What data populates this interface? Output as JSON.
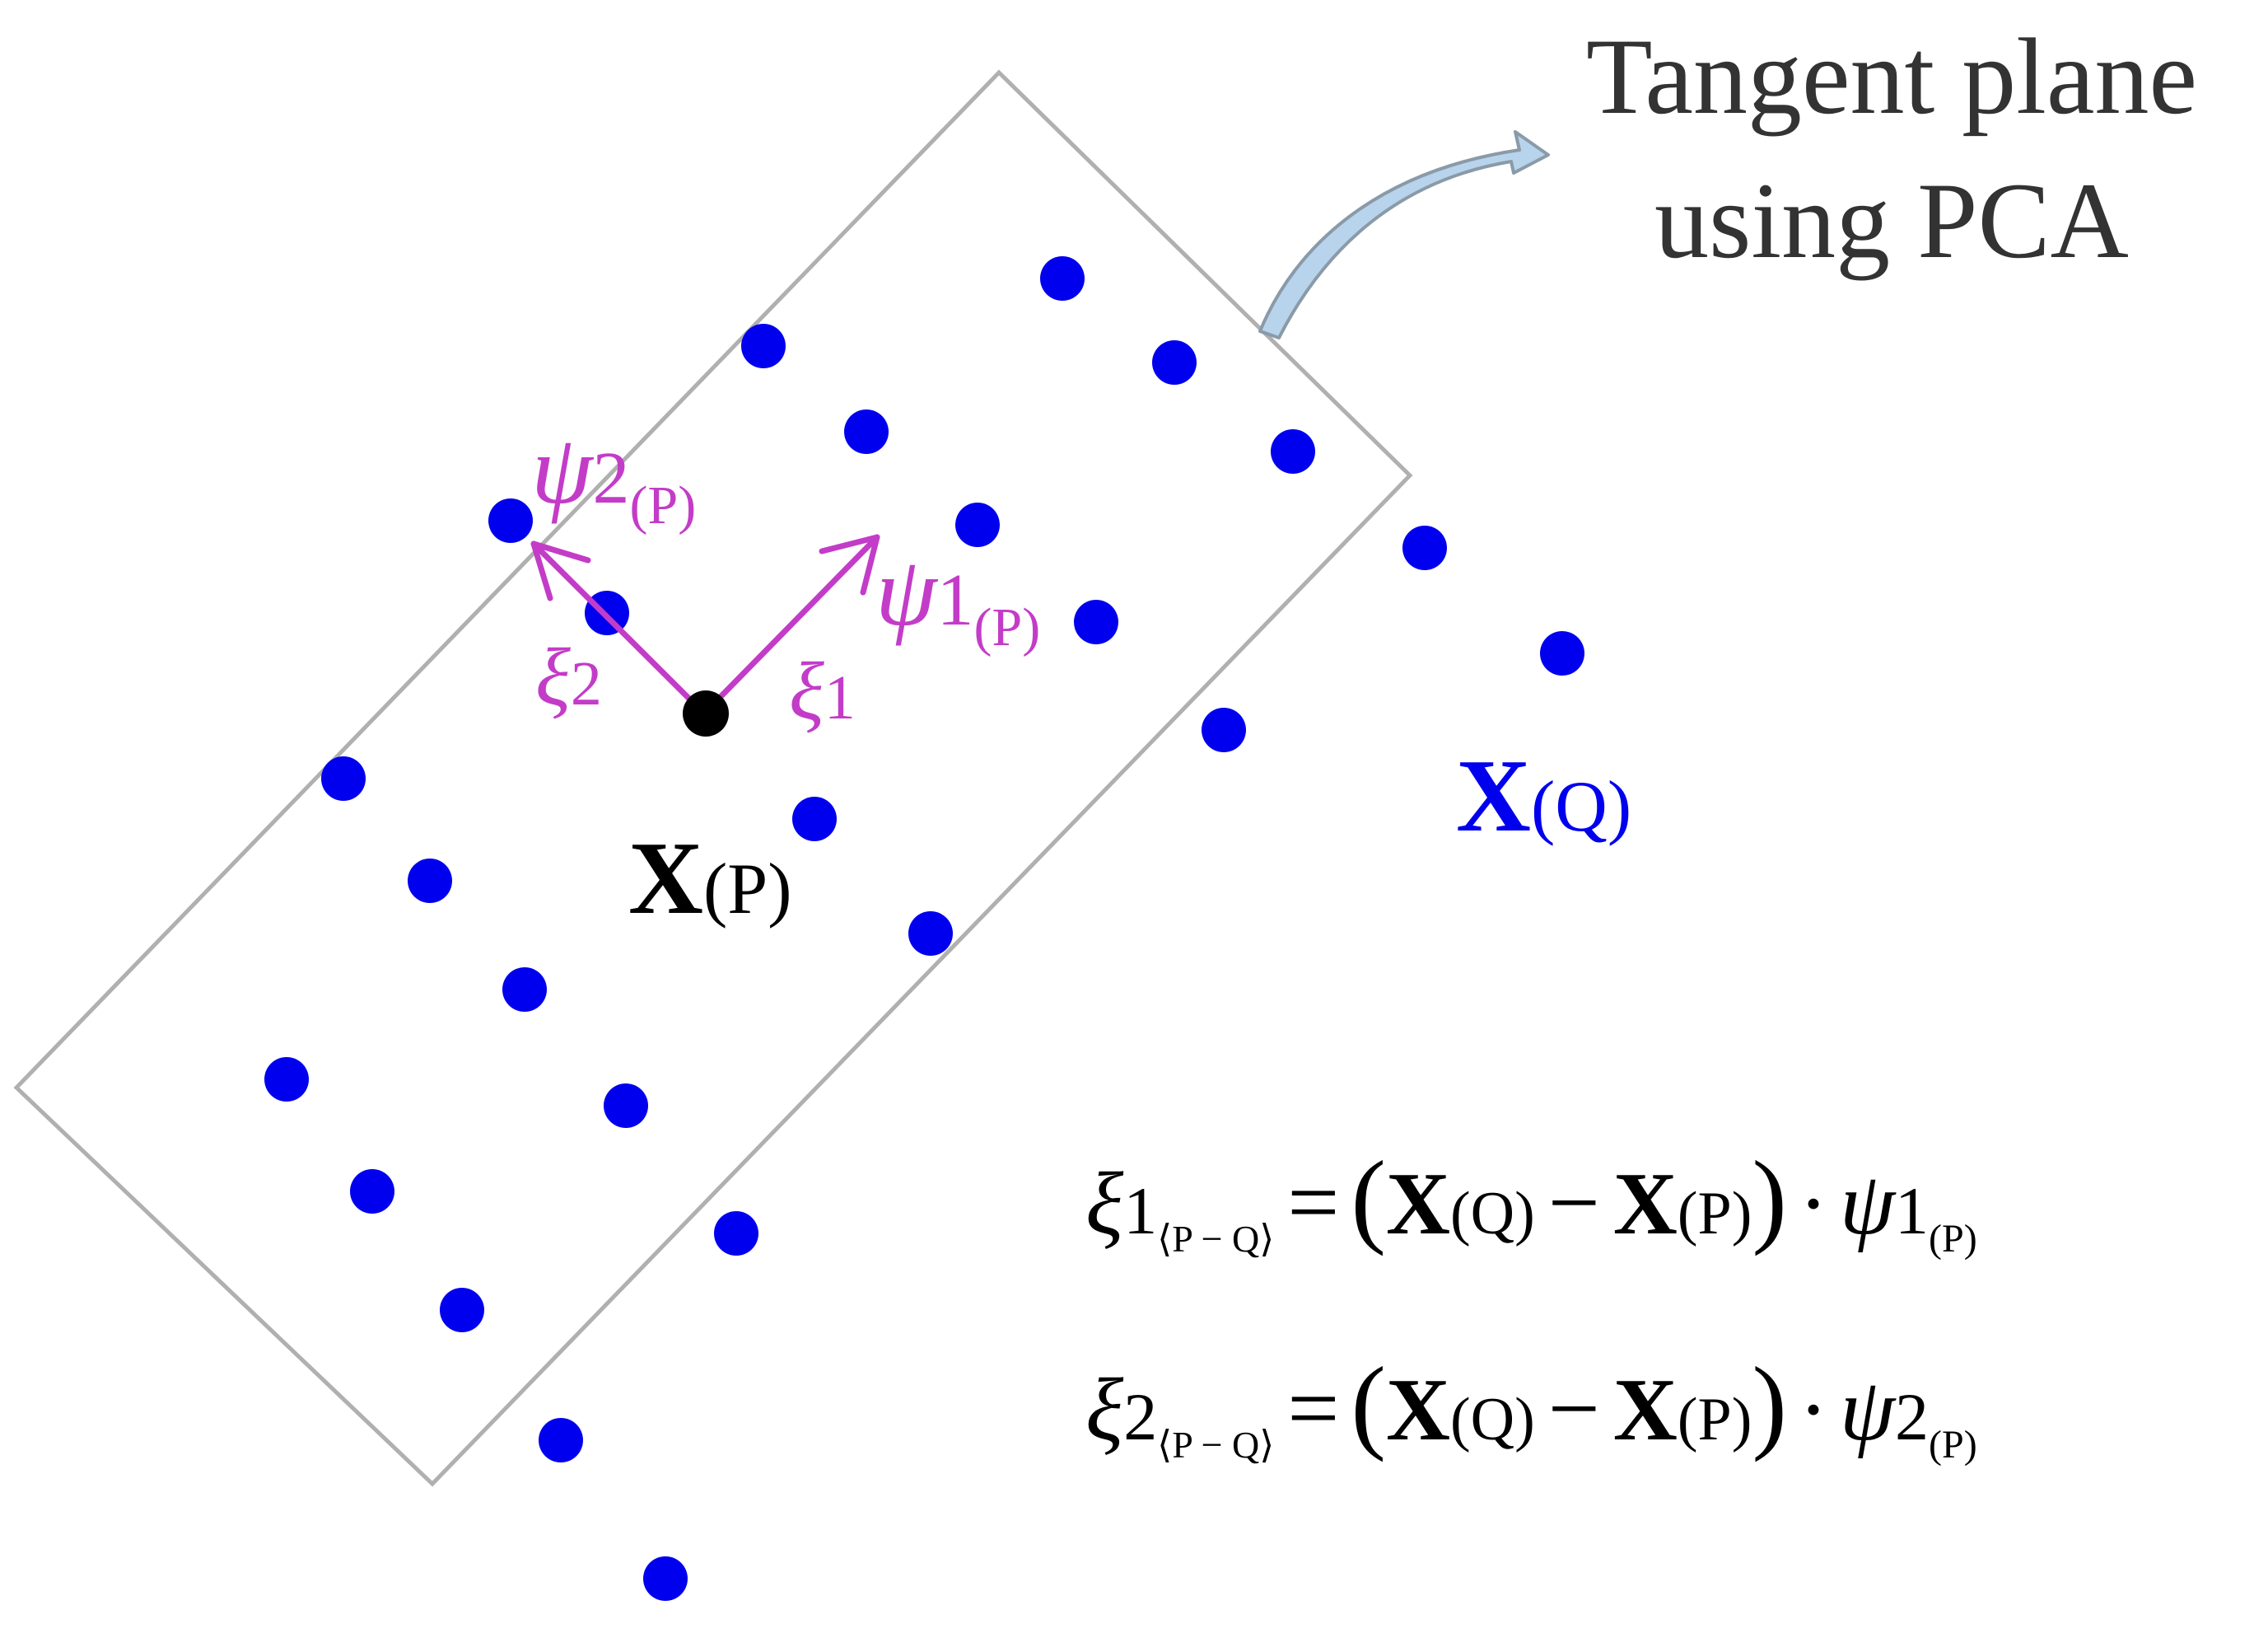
{
  "annotation": {
    "line1": "Tangent plane",
    "line2": "using PCA"
  },
  "colors": {
    "points": "#0000ee",
    "center": "#000000",
    "vectors": "#c33cc8",
    "plane": "#b0b0b0",
    "arrow_fill": "#b8d4ec",
    "arrow_stroke": "#8a9aa8",
    "title": "#333333",
    "xq_label": "#0000ee"
  },
  "icons": {
    "callout": "curved-arrow-icon"
  },
  "labels": {
    "psi2_base": "ψ",
    "psi2_sub": "2",
    "psi2_ss": "(P)",
    "psi1_base": "ψ",
    "psi1_sub": "1",
    "psi1_ss": "(P)",
    "xi2_base": "ξ",
    "xi2_sub": "2",
    "xi1_base": "ξ",
    "xi1_sub": "1",
    "xp_base": "X",
    "xp_sub": "(P)",
    "xq_base": "X",
    "xq_sub": "(Q)"
  },
  "equations": [
    {
      "lhs_base": "ξ",
      "lhs_index": "1",
      "lhs_sub": "⟨P − Q⟩",
      "eq": "=",
      "lparen": "(",
      "a_base": "X",
      "a_sub": "(Q)",
      "minus": "−",
      "b_base": "X",
      "b_sub": "(P)",
      "rparen": ")",
      "dot": "·",
      "rhs_base": "ψ",
      "rhs_index": "1",
      "rhs_sub": "(P)"
    },
    {
      "lhs_base": "ξ",
      "lhs_index": "2",
      "lhs_sub": "⟨P − Q⟩",
      "eq": "=",
      "lparen": "(",
      "a_base": "X",
      "a_sub": "(Q)",
      "minus": "−",
      "b_base": "X",
      "b_sub": "(P)",
      "rparen": ")",
      "dot": "·",
      "rhs_base": "ψ",
      "rhs_index": "2",
      "rhs_sub": "(P)"
    }
  ]
}
